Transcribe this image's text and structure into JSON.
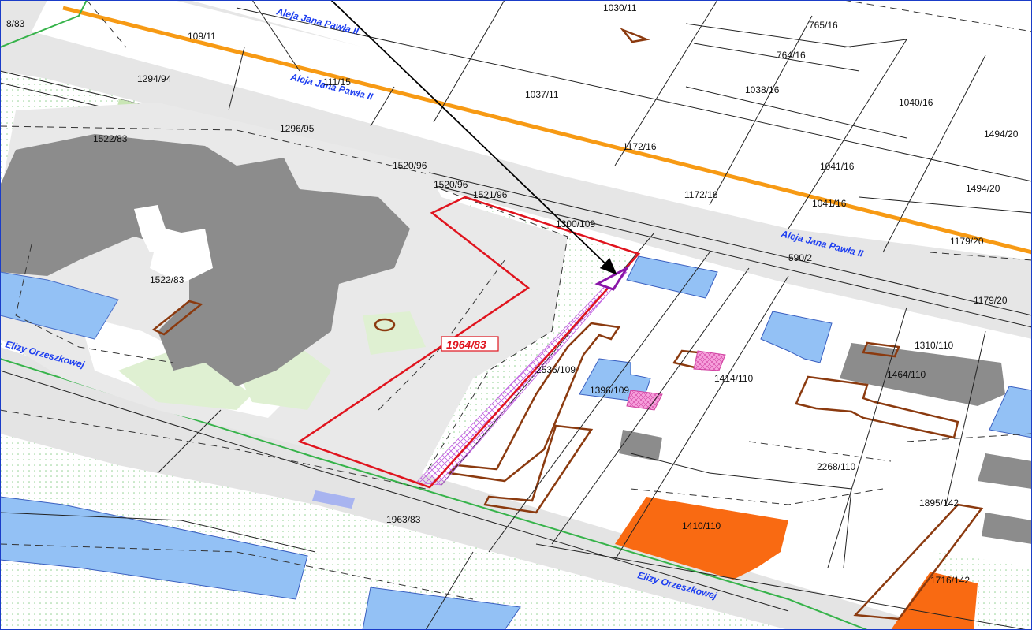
{
  "colors": {
    "background": "#ffffff",
    "road_fill": "#e4e4e4",
    "green_area": "#dff0d2",
    "building_gray": "#8c8c8c",
    "building_blue": "#93c1f5",
    "building_orange": "#f96a12",
    "building_outline": "#8b3a0f",
    "main_road_line": "#f79a14",
    "secondary_road_line": "#36b34a",
    "highlight_parcel": "#e0141e",
    "hatch_strip": "#c060e0",
    "pink_hatch": "#f07ad0",
    "arrow_triangle": "#8a16a8",
    "street_label": "#1e3ff0"
  },
  "streets": {
    "aleja_1": "Aleja Jana Pawła II",
    "aleja_2": "Aleja Jana Pawła II",
    "aleja_3": "Aleja Jana Pawła II",
    "orzeszkowej_1": "Elizy Orzeszkowej",
    "orzeszkowej_2": "Elizy Orzeszkowej"
  },
  "highlighted_parcel": "1964/83",
  "parcels": {
    "p_8_83": "8/83",
    "p_109_11": "109/11",
    "p_1294_94": "1294/94",
    "p_111_15": "111/15",
    "p_1037_11": "1037/11",
    "p_765_16": "765/16",
    "p_764_16": "764/16",
    "p_1038_16": "1038/16",
    "p_1040_16": "1040/16",
    "p_1494_20a": "1494/20",
    "p_1494_20b": "1494/20",
    "p_1296_95": "1296/95",
    "p_1522_83a": "1522/83",
    "p_1522_83b": "1522/83",
    "p_1172_16a": "1172/16",
    "p_1172_16b": "1172/16",
    "p_1041_16a": "1041/16",
    "p_1041_16b": "1041/16",
    "p_1520_96a": "1520/96",
    "p_1520_96b": "1520/96",
    "p_1521_96": "1521/96",
    "p_1300_109": "1300/109",
    "p_590_2": "590/2",
    "p_1179_20": "1179/20",
    "p_1179_20b": "1179/20",
    "p_1310_110": "1310/110",
    "p_1464_110": "1464/110",
    "p_1414_110": "1414/110",
    "p_2536_109": "2536/109",
    "p_1396_109": "1396/109",
    "p_2268_110": "2268/110",
    "p_1895_142": "1895/142",
    "p_1410_110": "1410/110",
    "p_1963_83": "1963/83",
    "p_1716_142": "1716/142",
    "p_1030_11": "1030/11"
  }
}
